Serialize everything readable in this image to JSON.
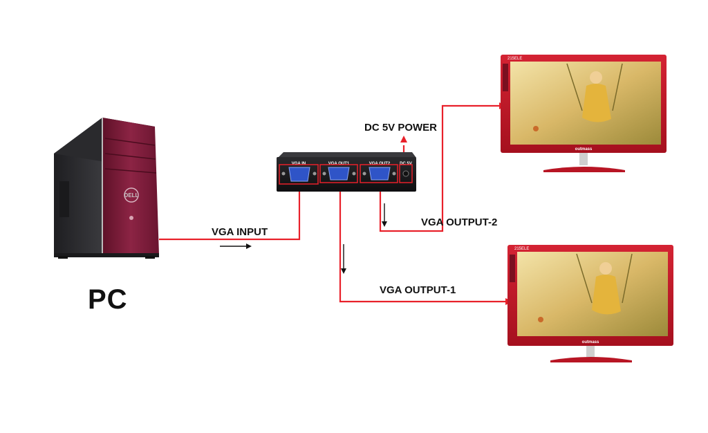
{
  "colors": {
    "cable": "#e8202a",
    "tower_front": "#7a1f3a",
    "tower_side": "#2b2b2e",
    "splitter_body": "#1c1c1e",
    "vga_port": "#2f54c7",
    "monitor_bezel": "#c41a2a"
  },
  "pc": {
    "label": "PC",
    "brand": "DELL",
    "icon": "desktop-tower-icon"
  },
  "splitter": {
    "icon": "vga-splitter-icon",
    "ports": [
      {
        "label": "VGA IN"
      },
      {
        "label": "VGA OUT1"
      },
      {
        "label": "VGA OUT2"
      }
    ],
    "dc_label": "DC 5V"
  },
  "connections": {
    "vga_input": "VGA INPUT",
    "dc_power": "DC 5V POWER",
    "vga_output_2": "VGA OUTPUT-2",
    "vga_output_1": "VGA OUTPUT-1"
  },
  "monitors": [
    {
      "model": "215ELE",
      "brand": "outmass",
      "icon": "monitor-icon"
    },
    {
      "model": "215ELE",
      "brand": "outmass",
      "icon": "monitor-icon"
    }
  ]
}
